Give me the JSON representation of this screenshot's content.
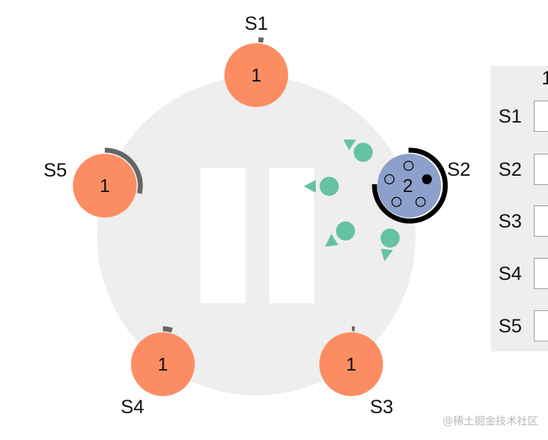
{
  "servers": [
    {
      "name": "S1",
      "term": "1",
      "color": "#fc8d62",
      "role": "follower"
    },
    {
      "name": "S2",
      "term": "2",
      "color": "#8da0cb",
      "role": "candidate"
    },
    {
      "name": "S3",
      "term": "1",
      "color": "#fc8d62",
      "role": "follower"
    },
    {
      "name": "S4",
      "term": "1",
      "color": "#fc8d62",
      "role": "follower"
    },
    {
      "name": "S5",
      "term": "1",
      "color": "#fc8d62",
      "role": "follower"
    }
  ],
  "panel": {
    "header": "1",
    "rows": [
      "S1",
      "S2",
      "S3",
      "S4",
      "S5"
    ]
  },
  "messages": [
    {
      "name": "message-to-s1",
      "color": "#66c2a5"
    },
    {
      "name": "message-to-s5",
      "color": "#66c2a5"
    },
    {
      "name": "message-to-s4",
      "color": "#66c2a5"
    },
    {
      "name": "message-to-s3",
      "color": "#66c2a5"
    }
  ],
  "colors": {
    "ring": "#eeeeee",
    "pause": "#ffffff",
    "timer_follower": "#666666",
    "timer_candidate": "#000000"
  },
  "pause_icon": "pause-icon",
  "watermark": "@稀土掘金技术社区"
}
